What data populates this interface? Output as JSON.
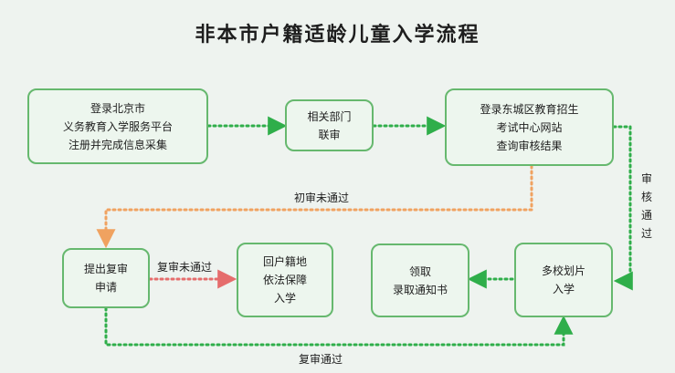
{
  "title": "非本市户籍适龄儿童入学流程",
  "boxes": {
    "register": [
      "登录北京市",
      "义务教育入学服务平台",
      "注册并完成信息采集"
    ],
    "joint_review": [
      "相关部门",
      "联审"
    ],
    "check_results": [
      "登录东城区教育招生",
      "考试中心网站",
      "查询审核结果"
    ],
    "reapply": [
      "提出复审",
      "申请"
    ],
    "hukou_return": [
      "回户籍地",
      "依法保障",
      "入学"
    ],
    "notice": [
      "领取",
      "录取通知书"
    ],
    "multi_school": [
      "多校划片",
      "入学"
    ]
  },
  "labels": {
    "initial_fail": "初审未通过",
    "review_pass_vertical": [
      "审",
      "核",
      "通",
      "过"
    ],
    "recheck_fail": "复审未通过",
    "recheck_pass": "复审通过"
  },
  "colors": {
    "border": "#66b86e",
    "box_fill": "#edf6ee",
    "green_arrow": "#2fae4a",
    "orange_arrow": "#f0a260",
    "red_arrow": "#e56c6c"
  }
}
